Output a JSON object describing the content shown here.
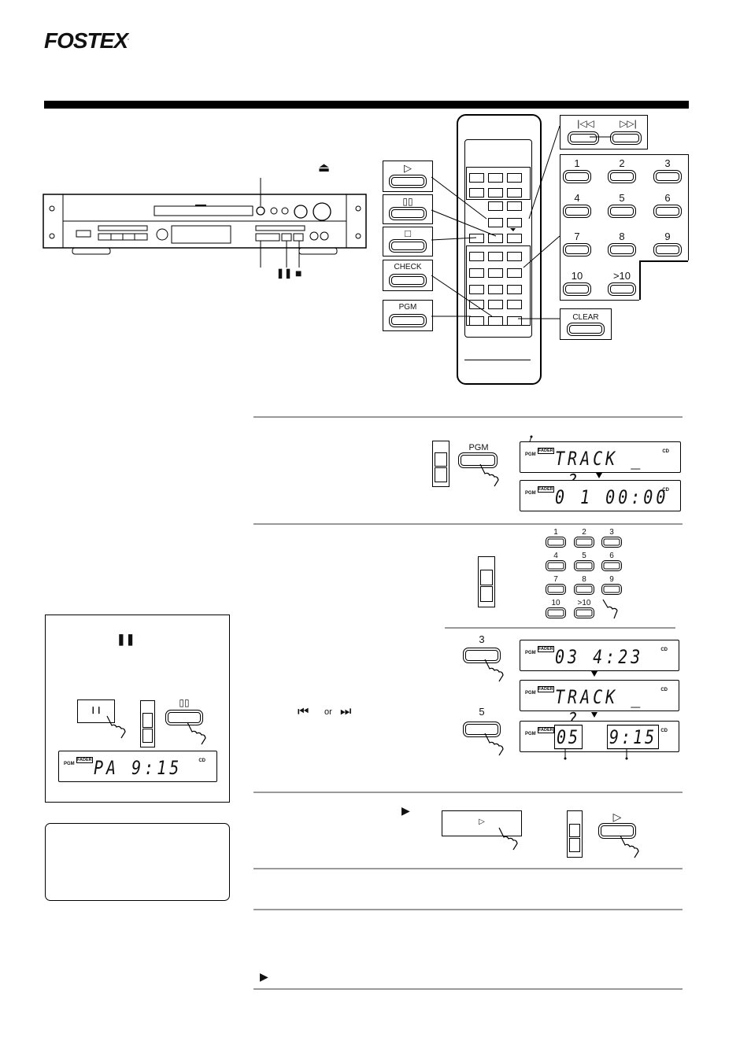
{
  "brand": {
    "logo": "FOSTEX",
    "mark": "."
  },
  "front_panel": {
    "eject_symbol": "⏏",
    "pause_symbol": "❚❚",
    "stop_symbol": "■"
  },
  "remote_callouts": {
    "play": "▷",
    "pause": "▯▯",
    "stop": "□",
    "check": "CHECK",
    "pgm": "PGM",
    "clear": "CLEAR",
    "skip_back": "|◁◁",
    "skip_fwd": "▷▷|"
  },
  "numpad": {
    "keys": [
      "1",
      "2",
      "3",
      "4",
      "5",
      "6",
      "7",
      "8",
      "9",
      "10",
      ">10"
    ]
  },
  "step1": {
    "button": "PGM",
    "display1": {
      "pgm": "PGM",
      "fader": "FADER",
      "text": "TRACK _ _?",
      "cd": "CD"
    },
    "display2": {
      "pgm": "PGM",
      "fader": "FADER",
      "text": "0 1     00:00",
      "cd": "CD"
    }
  },
  "step2": {
    "keys": [
      "1",
      "2",
      "3",
      "4",
      "5",
      "6",
      "7",
      "8",
      "9",
      "10",
      ">10"
    ],
    "press1": "3",
    "press2": "5",
    "display1": {
      "pgm": "PGM",
      "fader": "FADER",
      "text": "03      4:23",
      "cd": "CD"
    },
    "display2": {
      "pgm": "PGM",
      "fader": "FADER",
      "text": "TRACK _ _?",
      "cd": "CD"
    },
    "display3": {
      "pgm": "PGM",
      "fader": "FADER",
      "track": "05",
      "time": "9:15",
      "cd": "CD"
    },
    "skip_symbols": {
      "back": "⏮",
      "or": "or",
      "fwd": "⏭"
    }
  },
  "step3": {
    "play_symbol": "▶",
    "front_play": "▷",
    "remote_play": "▷"
  },
  "step5": {
    "play_symbol": "▶"
  },
  "pause_box": {
    "pause_symbol": "❚❚",
    "front_label": "❙❙",
    "remote_label": "▯▯",
    "display": {
      "pgm": "PGM",
      "fader": "FADER",
      "text": "PA      9:15",
      "cd": "CD"
    }
  }
}
